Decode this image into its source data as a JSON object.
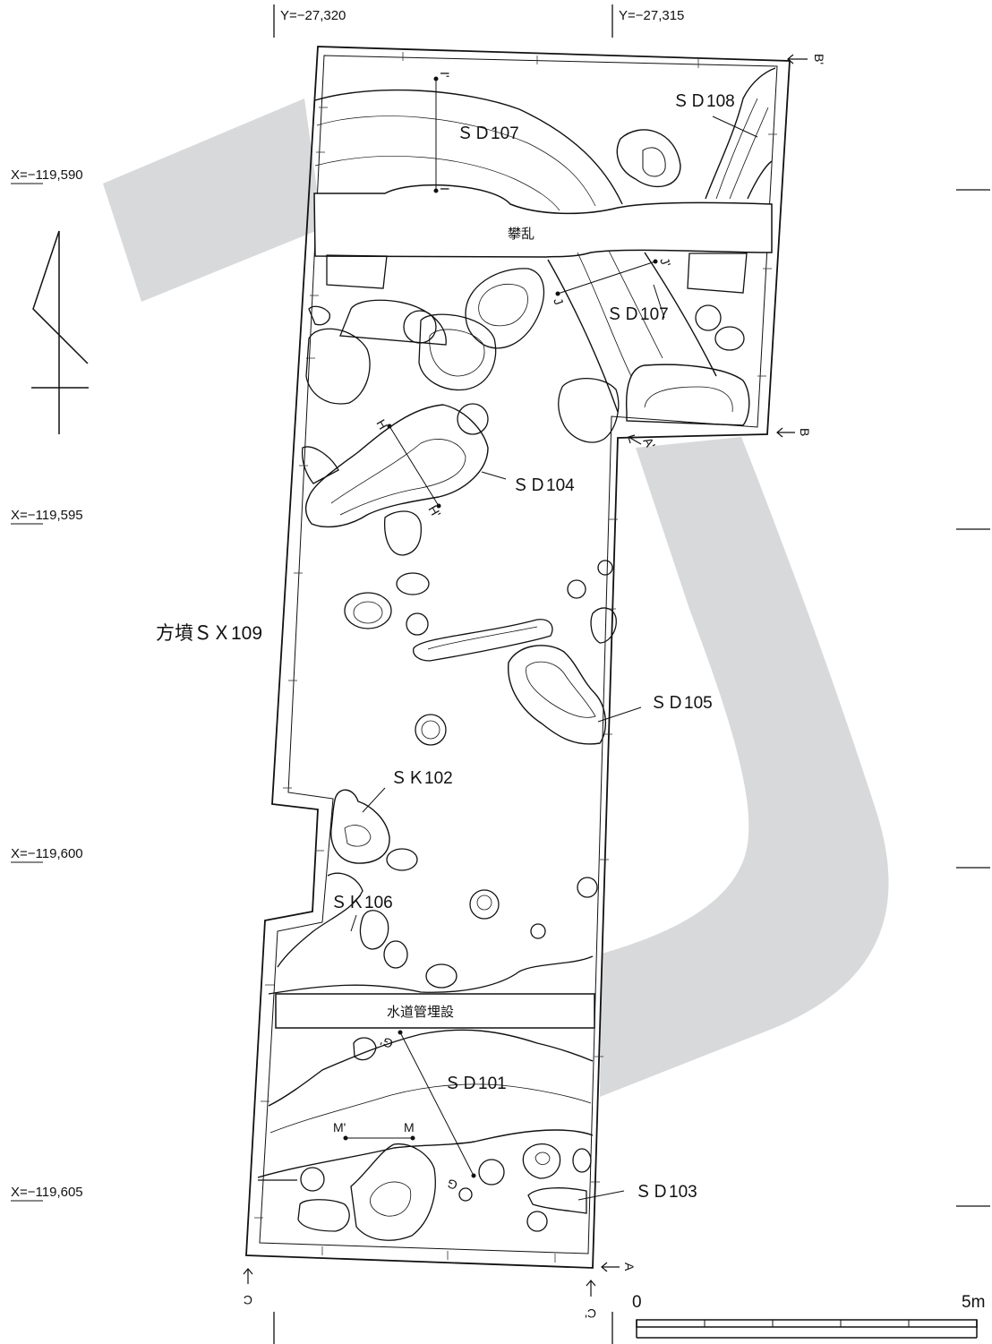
{
  "grid": {
    "y_coords": [
      "Y=−27,320",
      "Y=−27,315"
    ],
    "x_coords": [
      "X=−119,590",
      "X=−119,595",
      "X=−119,600",
      "X=−119,605"
    ]
  },
  "site": {
    "name": "方墳ＳＸ109"
  },
  "disturbances": [
    "攀乱",
    "水道管埋設"
  ],
  "features": {
    "sd107_north": "ＳＤ107",
    "sd107_south": "ＳＤ107",
    "sd108": "ＳＤ108",
    "sd104": "ＳＤ104",
    "sd105": "ＳＤ105",
    "sk102": "ＳＫ102",
    "sk106": "ＳＫ106",
    "sd101": "ＳＤ101",
    "sd103": "ＳＤ103"
  },
  "section_markers": {
    "b_prime": "B'",
    "b": "B",
    "a_prime": "A'",
    "a": "A",
    "c": "C",
    "c_prime": "C'",
    "i_prime": "I'",
    "i": "I",
    "h": "H",
    "h_prime": "H'",
    "j": "J",
    "j_prime": "J'",
    "m_prime": "M'",
    "m": "M",
    "g": "G",
    "g_prime": "G'"
  },
  "scale": {
    "start": "0",
    "end": "5m",
    "segments": 5
  }
}
